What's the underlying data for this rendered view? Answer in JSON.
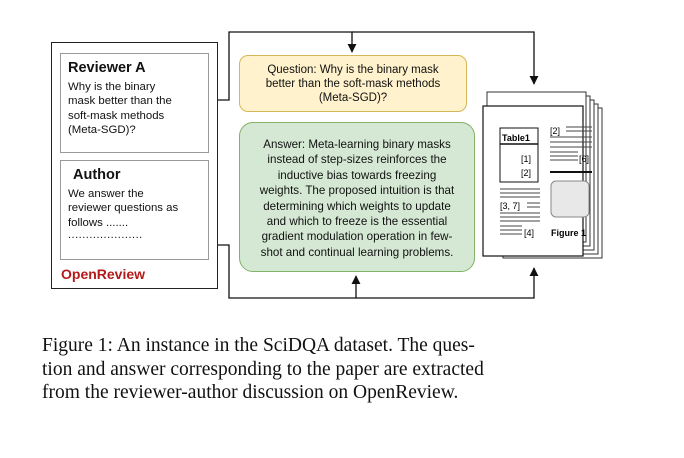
{
  "reviewer": {
    "title": "Reviewer A",
    "text": [
      "Why is the binary",
      "mask better than the",
      "soft-mask methods",
      "(Meta-SGD)?"
    ]
  },
  "author": {
    "title": "Author",
    "text": [
      "We answer the",
      "reviewer questions as",
      "follows ......."
    ],
    "dots": "....................."
  },
  "platform_label": "OpenReview",
  "question": [
    "Question: Why is the binary mask",
    "better than the soft-mask methods",
    "(Meta-SGD)?"
  ],
  "answer": [
    "Answer: Meta-learning binary masks",
    "instead of step-sizes reinforces the",
    "inductive bias towards freezing",
    "weights. The proposed intuition is that",
    "determining which weights to update",
    "and which to freeze is the essential",
    "gradient modulation operation in few-",
    "shot and continual learning problems."
  ],
  "paper_icon": {
    "table_label": "Table1",
    "ref1": "[1]",
    "ref2": "[2]",
    "ref_top": "[2]",
    "ref6": "[6]",
    "ref37": "[3, 7]",
    "ref4": "[4]",
    "figure_label": "Figure 1"
  },
  "colors": {
    "question_fill": "#fff2cc",
    "question_border": "#d6b656",
    "answer_fill": "#d5e8d4",
    "answer_border": "#82b366",
    "openreview_red": "#b31b1b"
  },
  "caption": [
    "Figure 1: An instance in the SciDQA dataset. The ques-",
    "tion and answer corresponding to the paper are extracted",
    "from the reviewer-author discussion on OpenReview."
  ]
}
